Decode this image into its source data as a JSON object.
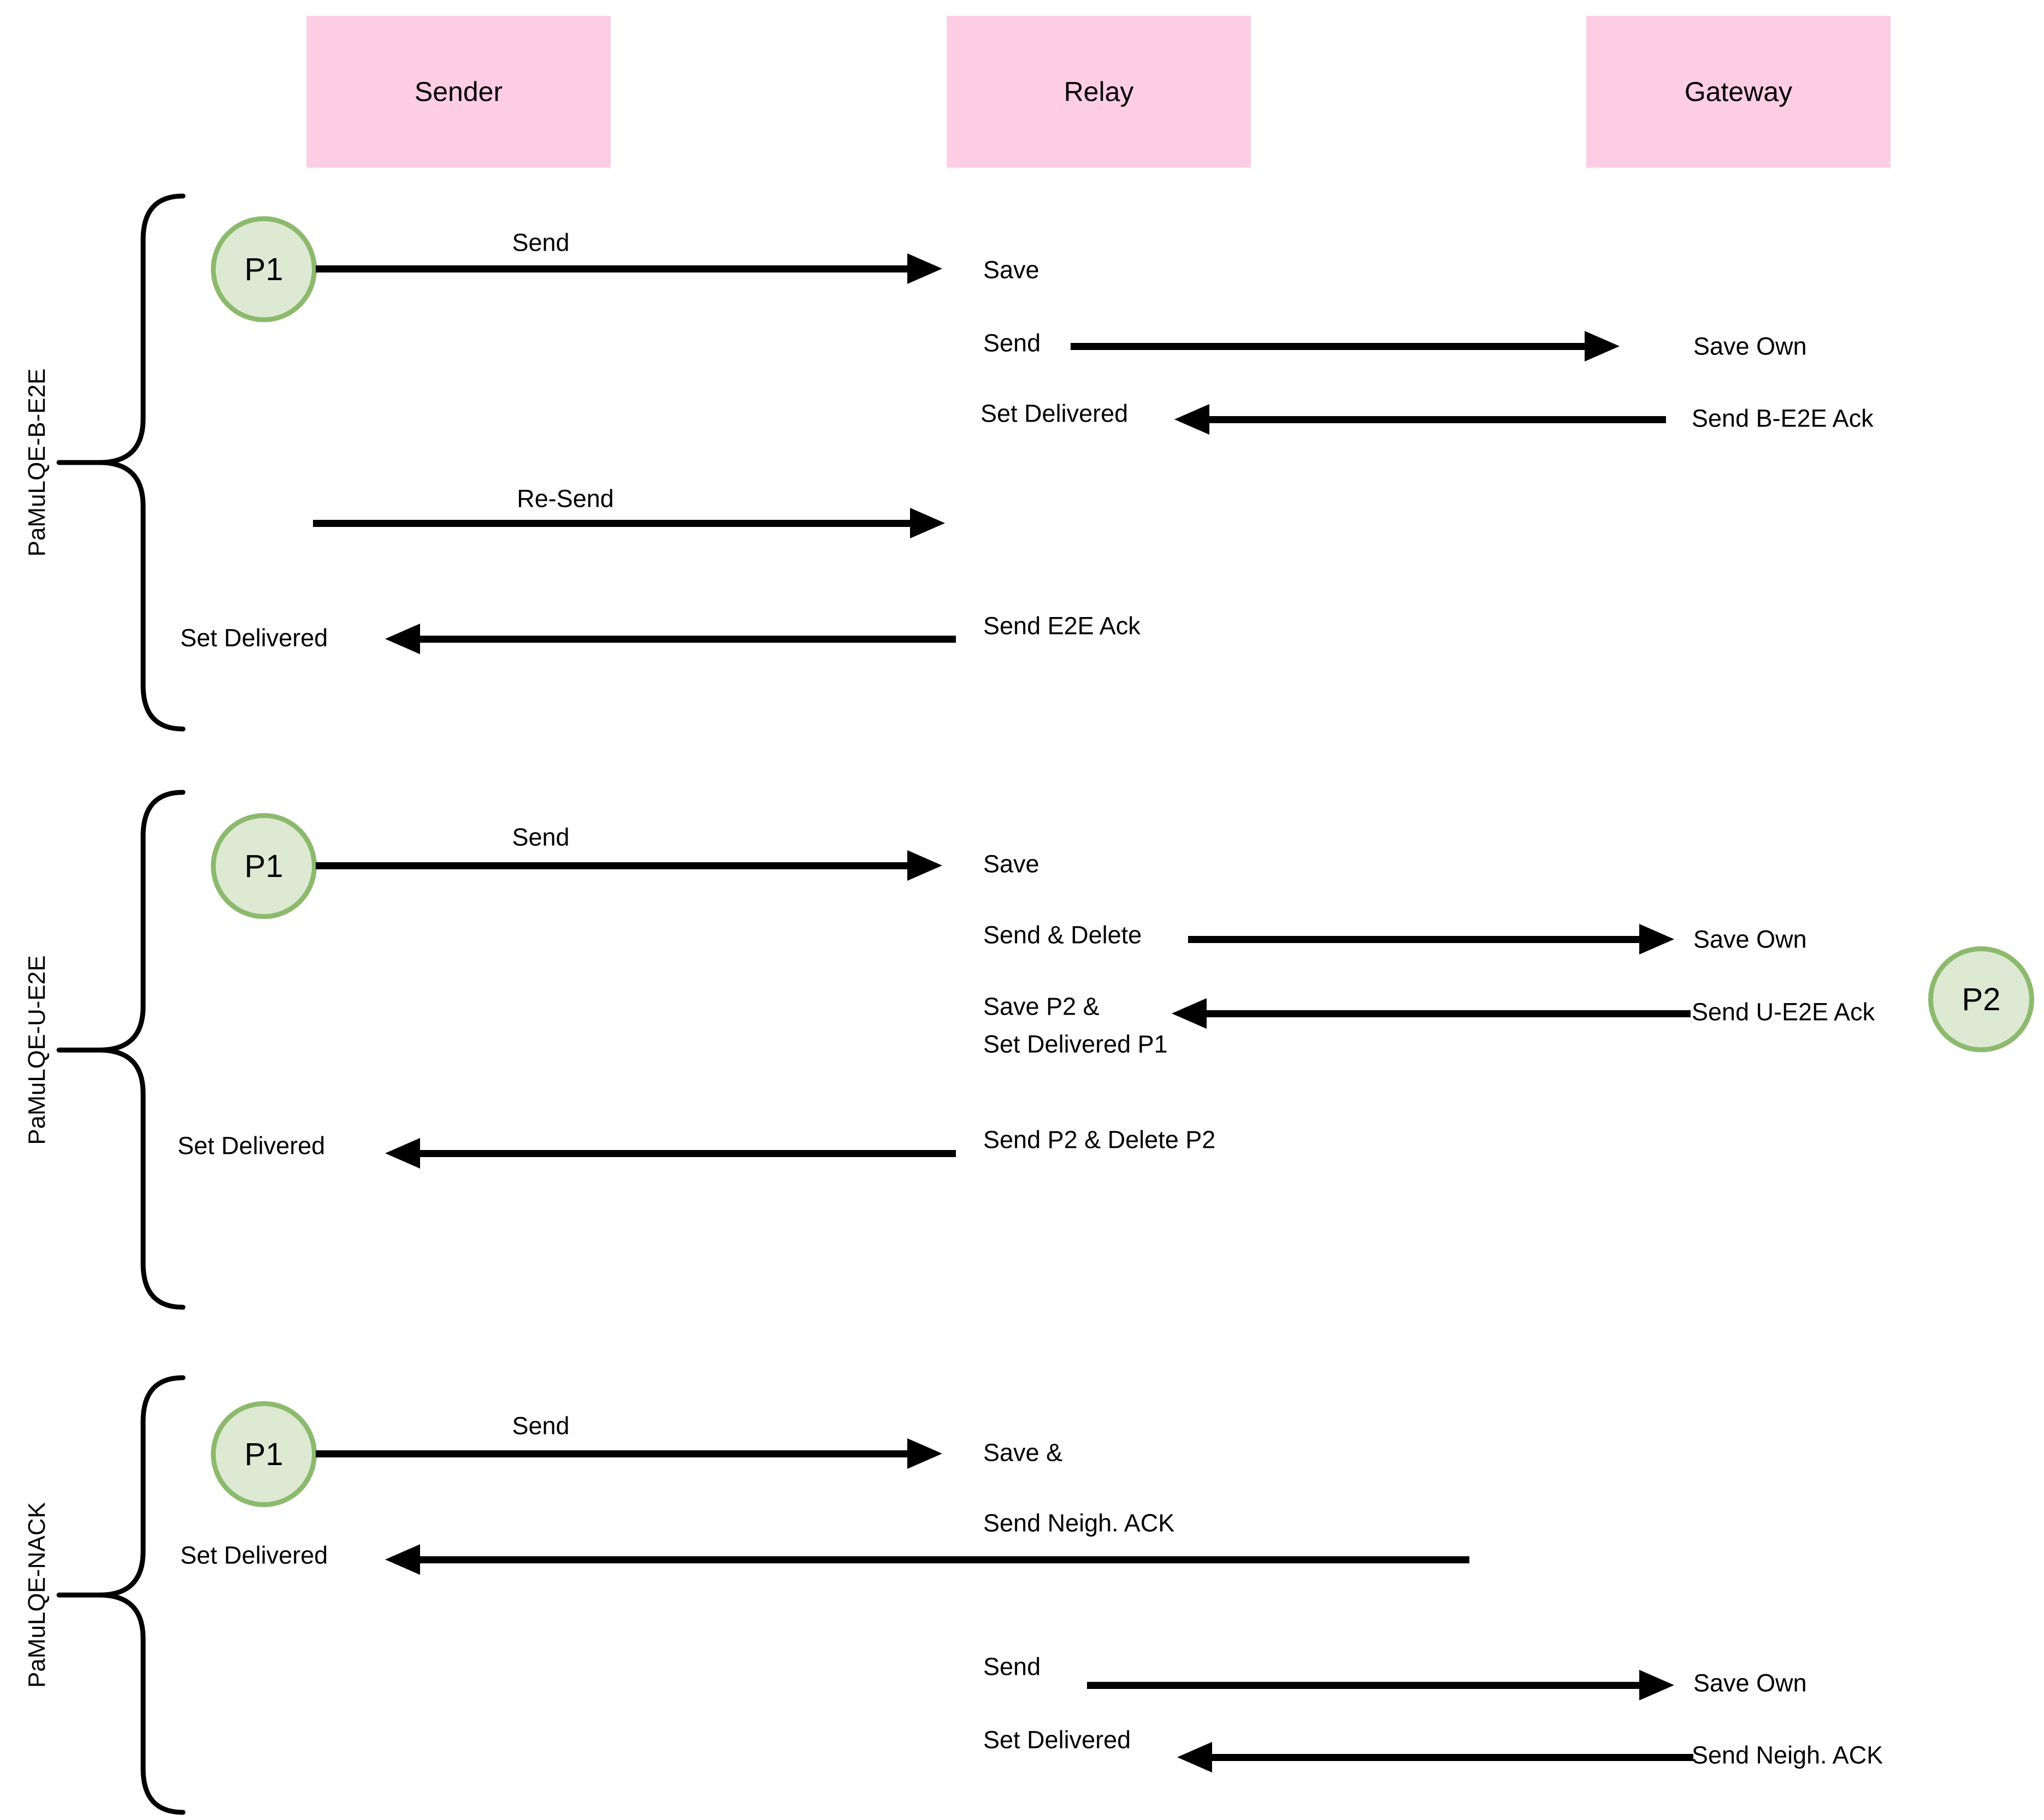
{
  "header": {
    "sender": "Sender",
    "relay": "Relay",
    "gateway": "Gateway"
  },
  "colors": {
    "header_pink": "#fdcde4",
    "packet_green_fill": "#dde9d2",
    "packet_green_border": "#8cba6d",
    "line_black": "#000000"
  },
  "sections": [
    {
      "label": "PaMuLQE-B-E2E",
      "p1": "P1",
      "rows": {
        "send1": "Send",
        "save": "Save",
        "send2": "Send",
        "save_own": "Save Own",
        "set_delivered_relay": "Set Delivered",
        "send_be2e_ack": "Send B-E2E Ack",
        "resend": "Re-Send",
        "send_e2e_ack": "Send E2E Ack",
        "set_delivered_sender": "Set Delivered"
      }
    },
    {
      "label": "PaMuLQE-U-E2E",
      "p1": "P1",
      "p2": "P2",
      "rows": {
        "send1": "Send",
        "save": "Save",
        "send_delete": "Send & Delete",
        "save_own": "Save Own",
        "save_p2_line1": "Save P2 &",
        "save_p2_line2": "Set Delivered P1",
        "send_ue2e_ack": "Send U-E2E Ack",
        "set_delivered_sender": "Set Delivered",
        "send_p2_delete_p2": "Send P2 & Delete P2"
      }
    },
    {
      "label": "PaMuLQE-NACK",
      "p1": "P1",
      "rows": {
        "send1": "Send",
        "save_line1": "Save &",
        "save_line2": "Send Neigh. ACK",
        "set_delivered_sender": "Set Delivered",
        "send2": "Send",
        "save_own": "Save Own",
        "set_delivered_relay": "Set Delivered",
        "send_neigh_ack": "Send Neigh. ACK"
      }
    }
  ]
}
